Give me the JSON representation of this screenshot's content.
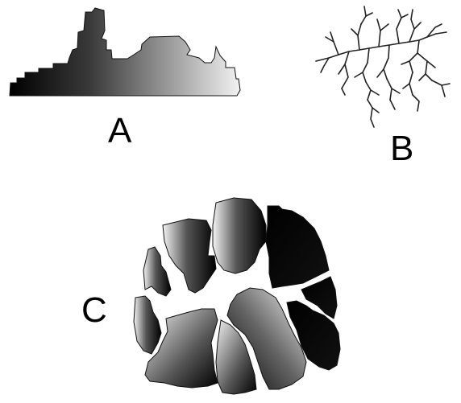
{
  "panels": {
    "a": {
      "label": "A"
    },
    "b": {
      "label": "B"
    },
    "c": {
      "label": "C"
    }
  },
  "colors": {
    "fill_dark": "#000000",
    "fill_light": "#ffffff",
    "stroke": "#222222",
    "background": "#ffffff"
  }
}
